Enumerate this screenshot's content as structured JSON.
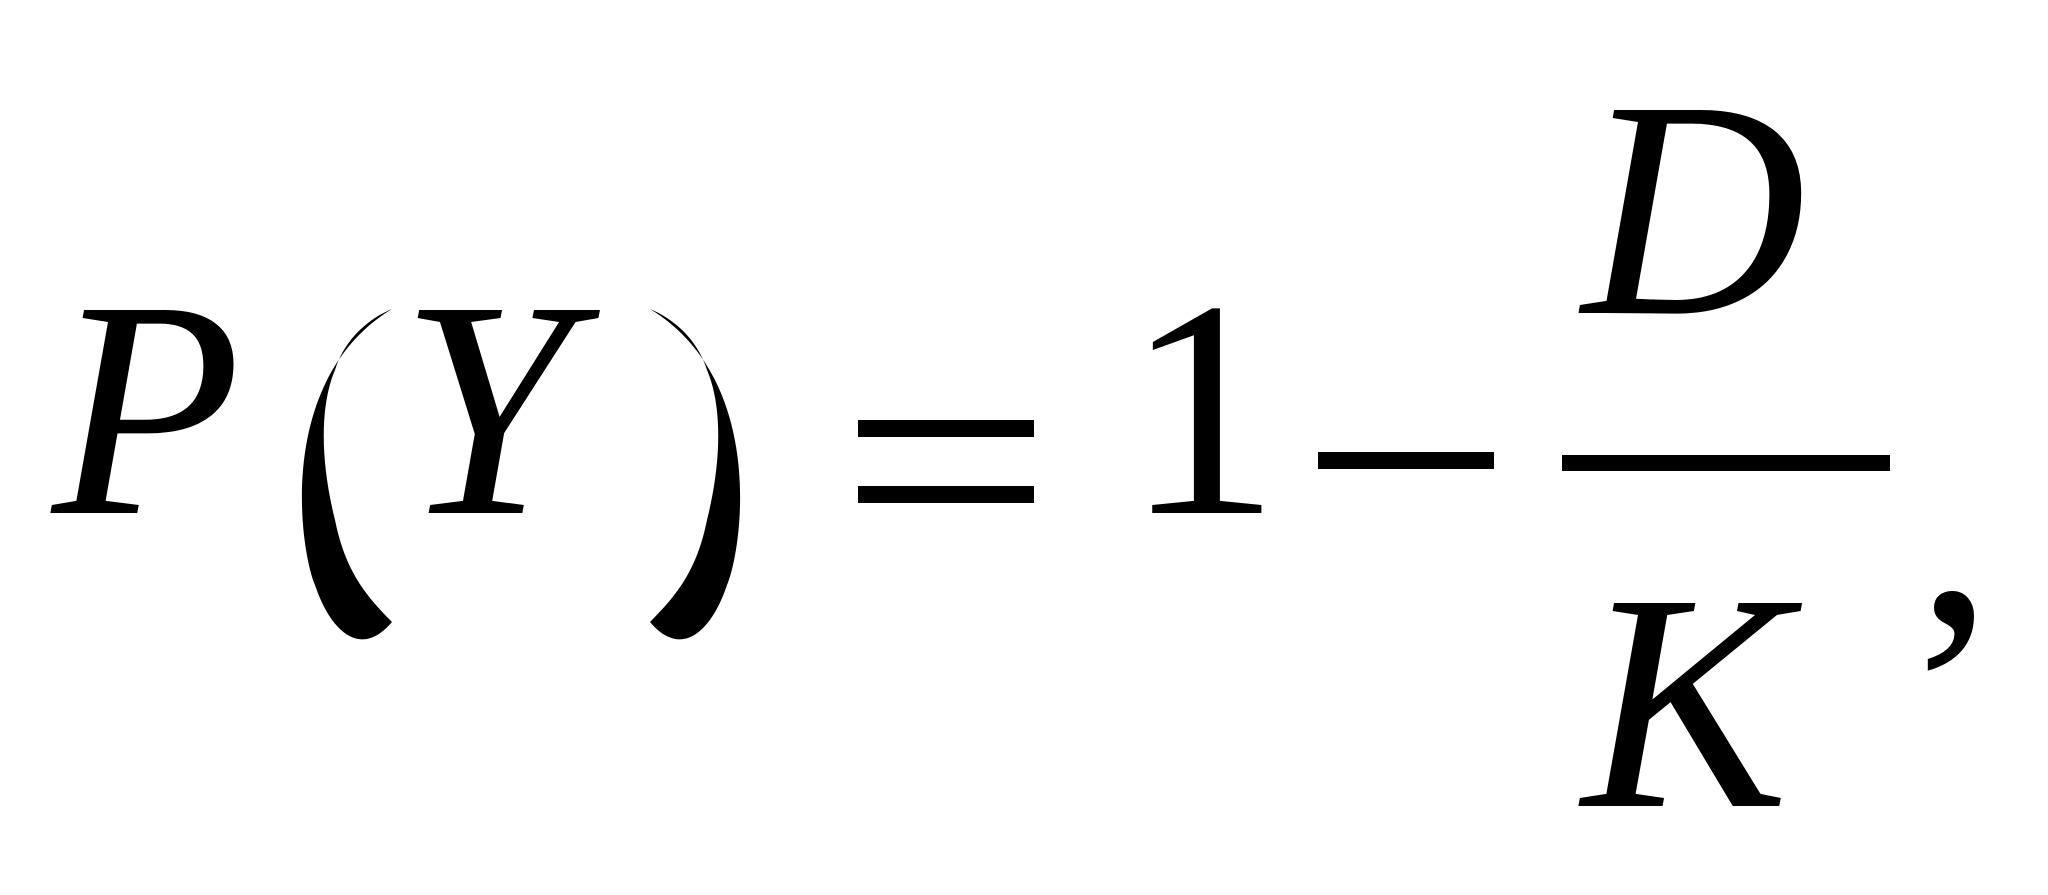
{
  "formula": {
    "function_symbol": "P",
    "open_paren": "(",
    "variable": "Y",
    "close_paren": ")",
    "equals": "=",
    "one": "1",
    "minus": "−",
    "numerator": "D",
    "denominator": "K",
    "comma": ","
  },
  "colors": {
    "ink": "#000000",
    "background": "#ffffff"
  }
}
